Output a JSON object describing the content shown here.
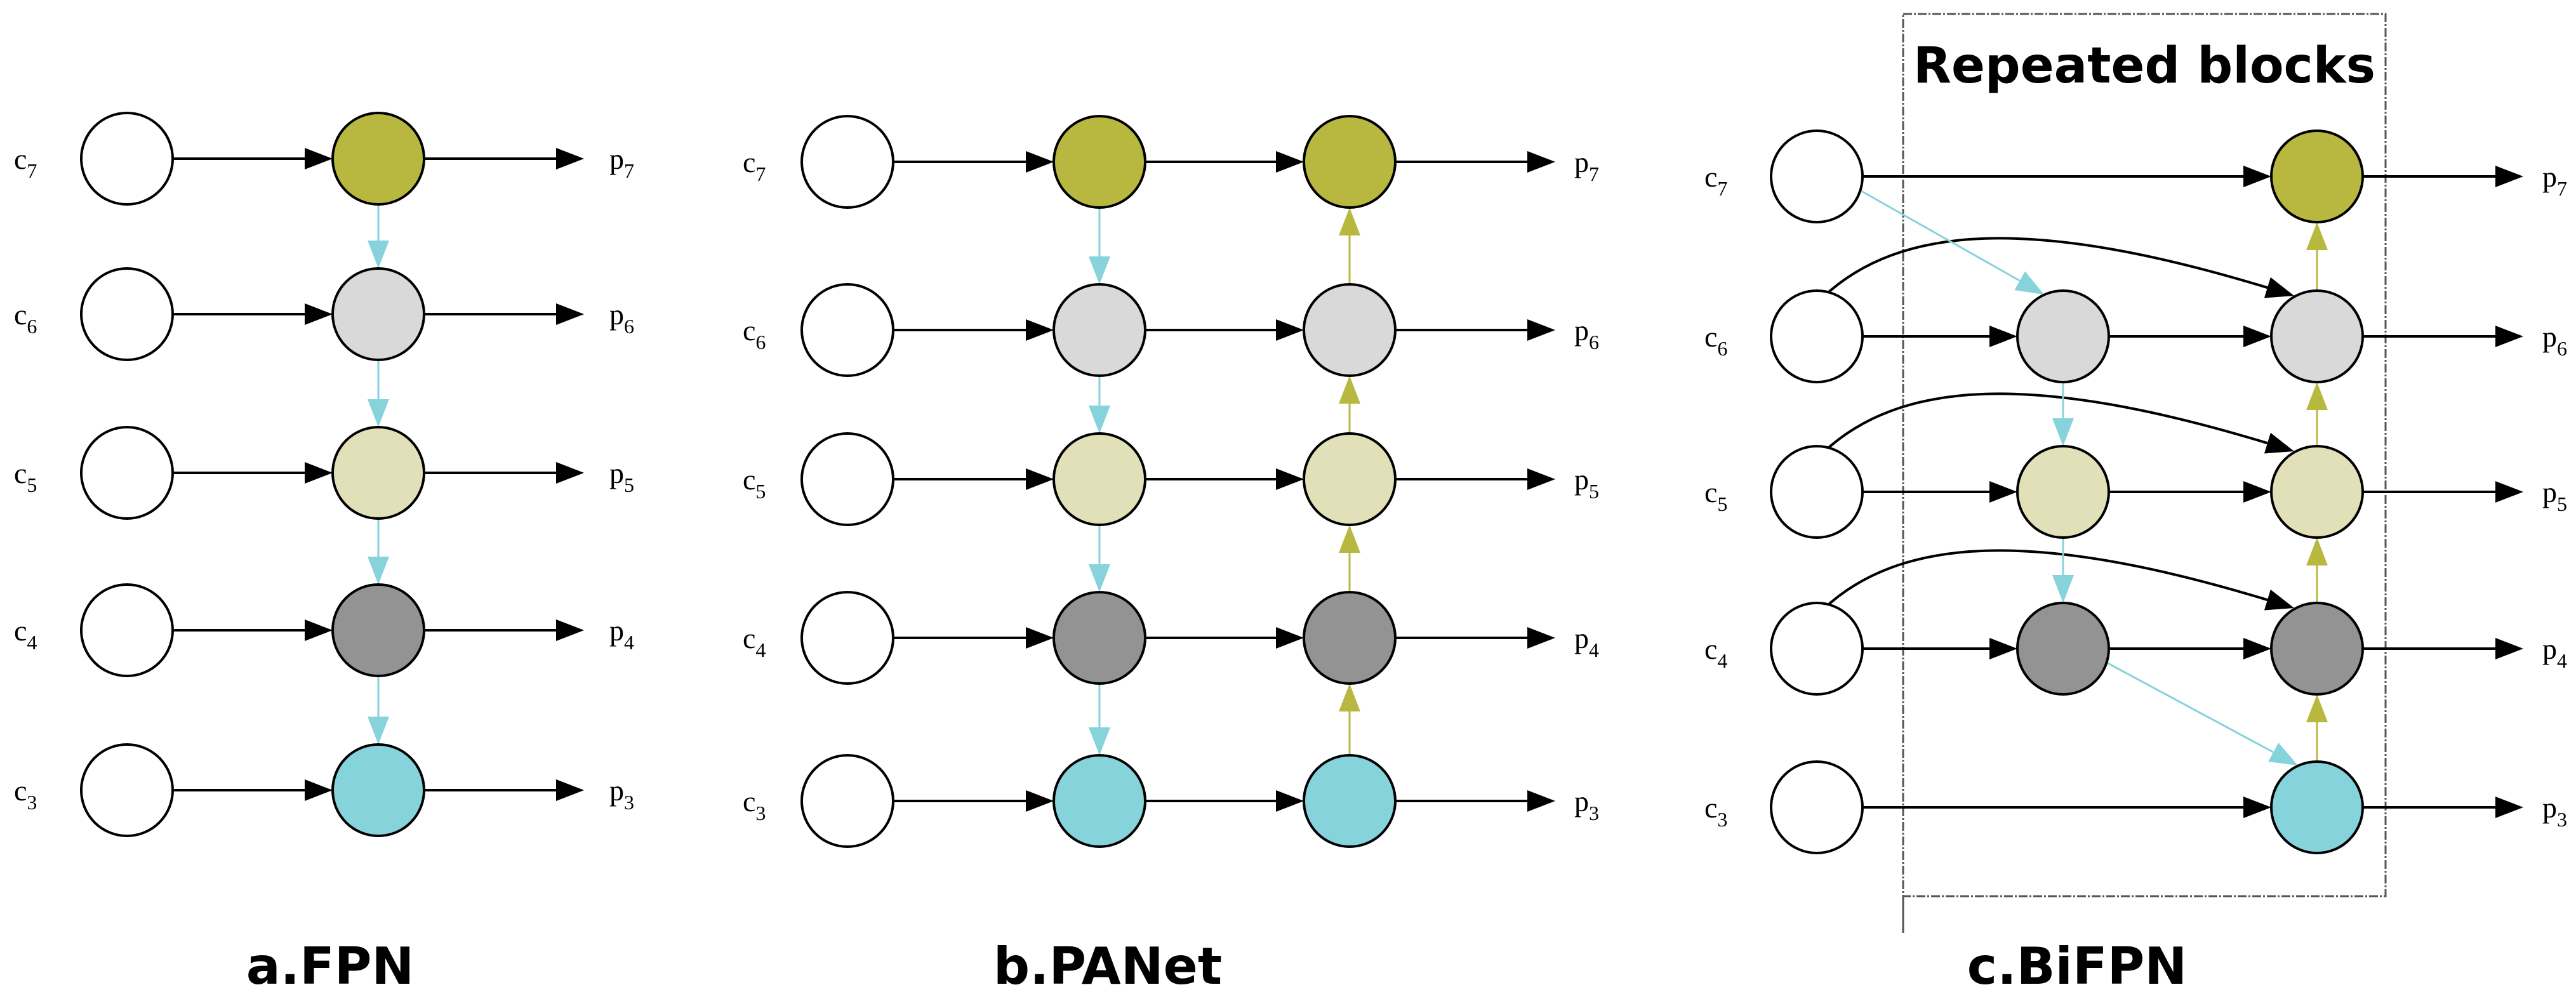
{
  "diagrams": [
    {
      "id": "fpn",
      "caption": "a.FPN",
      "inputs": [
        "c7",
        "c6",
        "c5",
        "c4",
        "c3"
      ],
      "outputs": [
        "p7",
        "p6",
        "p5",
        "p4",
        "p3"
      ]
    },
    {
      "id": "panet",
      "caption": "b.PANet",
      "inputs": [
        "c7",
        "c6",
        "c5",
        "c4",
        "c3"
      ],
      "outputs": [
        "p7",
        "p6",
        "p5",
        "p4",
        "p3"
      ]
    },
    {
      "id": "bifpn",
      "caption": "c.BiFPN",
      "box_title": "Repeated blocks",
      "inputs": [
        "c7",
        "c6",
        "c5",
        "c4",
        "c3"
      ],
      "outputs": [
        "p7",
        "p6",
        "p5",
        "p4",
        "p3"
      ]
    }
  ],
  "colors": {
    "level7": "#b8b841",
    "level6": "#d9d9d9",
    "level5": "#e2e0b8",
    "level4": "#939393",
    "level3": "#86d3dc",
    "input": "#ffffff",
    "top_down_arrow": "#86d3dc",
    "bottom_up_arrow": "#b8b841",
    "lateral_arrow": "#000000"
  }
}
